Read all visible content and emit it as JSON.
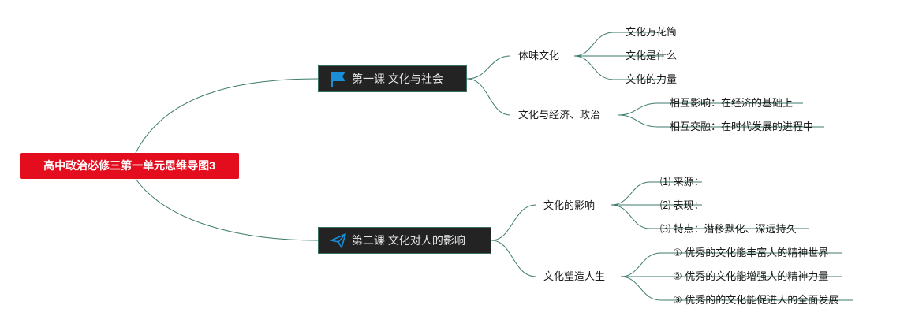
{
  "root": {
    "label": "高中政治必修三第一单元思维导图3"
  },
  "lessons": [
    {
      "label": "第一课 文化与社会",
      "icon": "flag-icon",
      "topics": [
        {
          "label": "体味文化",
          "items": [
            "文化万花筒",
            "文化是什么",
            "文化的力量"
          ]
        },
        {
          "label": "文化与经济、政治",
          "items": [
            "相互影响：在经济的基础上",
            "相互交融：在时代发展的进程中"
          ]
        }
      ]
    },
    {
      "label": "第二课 文化对人的影响",
      "icon": "paper-plane-icon",
      "topics": [
        {
          "label": "文化的影响",
          "items": [
            "⑴ 来源：",
            "⑵ 表现：",
            "⑶ 特点：潜移默化、深远持久"
          ]
        },
        {
          "label": "文化塑造人生",
          "items": [
            "① 优秀的文化能丰富人的精神世界",
            "② 优秀的文化能增强人的精神力量",
            "③ 优秀的的文化能促进人的全面发展"
          ]
        }
      ]
    }
  ],
  "colors": {
    "root_bg": "#e30d1d",
    "branch_bg": "#232323",
    "line": "#3d7a6c",
    "icon": "#1a8fd8"
  }
}
